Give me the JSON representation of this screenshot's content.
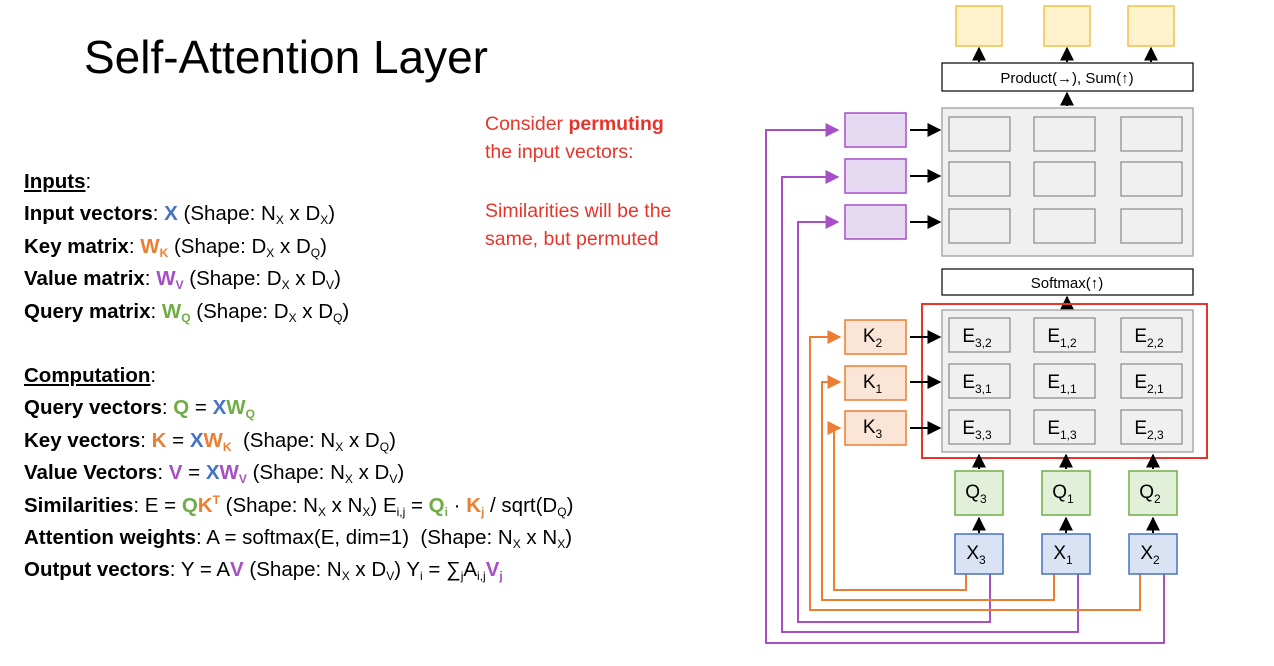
{
  "title": "Self-Attention Layer",
  "note": {
    "line1_prefix": "Consider ",
    "line1_bold": "permuting",
    "line2": "the input vectors:",
    "line3": "Similarities will be the",
    "line4": "same, but permuted"
  },
  "inputs": {
    "heading": "Inputs",
    "input_vectors": "Input vectors",
    "key_matrix": "Key matrix",
    "value_matrix": "Value matrix",
    "query_matrix": "Query matrix"
  },
  "computation": {
    "heading": "Computation",
    "query_vectors": "Query vectors",
    "key_vectors": "Key vectors",
    "value_vectors": "Value Vectors",
    "similarities": "Similarities",
    "attention_weights": "Attention weights",
    "output_vectors": "Output vectors"
  },
  "diagram": {
    "product_label": "Product(→),  Sum(↑)",
    "softmax_label": "Softmax(↑)",
    "x_labels": [
      [
        "X",
        "3"
      ],
      [
        "X",
        "1"
      ],
      [
        "X",
        "2"
      ]
    ],
    "q_labels": [
      [
        "Q",
        "3"
      ],
      [
        "Q",
        "1"
      ],
      [
        "Q",
        "2"
      ]
    ],
    "k_labels": [
      [
        "K",
        "2"
      ],
      [
        "K",
        "1"
      ],
      [
        "K",
        "3"
      ]
    ],
    "e_cells": [
      [
        [
          "E",
          "3,2"
        ],
        [
          "E",
          "1,2"
        ],
        [
          "E",
          "2,2"
        ]
      ],
      [
        [
          "E",
          "3,1"
        ],
        [
          "E",
          "1,1"
        ],
        [
          "E",
          "2,1"
        ]
      ],
      [
        [
          "E",
          "3,3"
        ],
        [
          "E",
          "1,3"
        ],
        [
          "E",
          "2,3"
        ]
      ]
    ],
    "colors": {
      "x_fill": "#dae3f3",
      "x_stroke": "#4472c4",
      "q_fill": "#e2f0d9",
      "q_stroke": "#70ad47",
      "k_fill": "#fbe5d6",
      "k_stroke": "#ed7d31",
      "v_fill": "#e6d9f2",
      "v_stroke": "#a64fc7",
      "y_fill": "#fff2cc",
      "y_stroke": "#f4c148",
      "grid_fill": "#f0f0f0",
      "grid_stroke": "#aaaaaa",
      "highlight": "#e8352b"
    }
  }
}
